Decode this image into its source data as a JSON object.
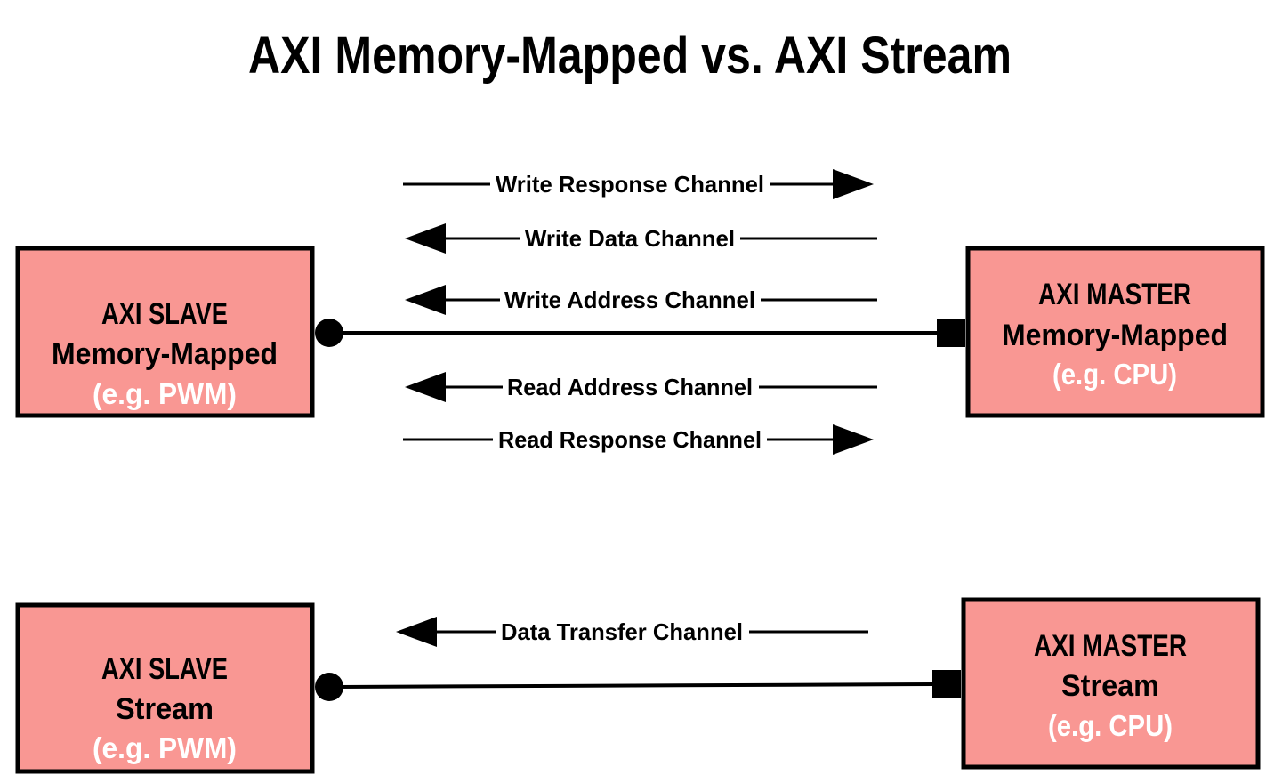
{
  "title": "AXI Memory-Mapped vs. AXI Stream",
  "memory_mapped": {
    "slave": {
      "line1": "AXI SLAVE",
      "line2": "Memory-Mapped",
      "line3": "(e.g. PWM)"
    },
    "master": {
      "line1": "AXI MASTER",
      "line2": "Memory-Mapped",
      "line3": "(e.g. CPU)"
    },
    "channels": [
      {
        "label": "Write Response Channel",
        "direction": "right"
      },
      {
        "label": "Write Data Channel",
        "direction": "left"
      },
      {
        "label": "Write Address Channel",
        "direction": "left"
      },
      {
        "label": "Read Address Channel",
        "direction": "left"
      },
      {
        "label": "Read Response Channel",
        "direction": "right"
      }
    ]
  },
  "stream": {
    "slave": {
      "line1": "AXI SLAVE",
      "line2": "Stream",
      "line3": "(e.g. PWM)"
    },
    "master": {
      "line1": "AXI MASTER",
      "line2": "Stream",
      "line3": "(e.g. CPU)"
    },
    "channels": [
      {
        "label": "Data Transfer Channel",
        "direction": "left"
      }
    ]
  },
  "colors": {
    "box_fill": "#f99793",
    "box_border": "#000000",
    "example_text": "#ffffff"
  },
  "icons": {
    "slave_connector": "filled-circle",
    "master_connector": "filled-square",
    "arrow": "filled-triangle-arrowhead"
  }
}
